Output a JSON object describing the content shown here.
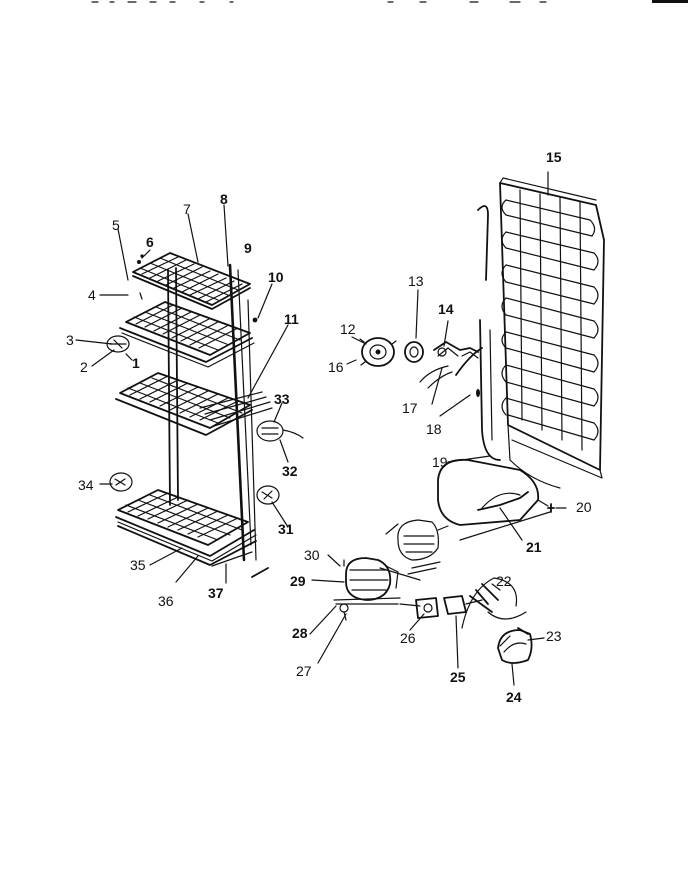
{
  "diagram": {
    "part_labels": [
      "1",
      "2",
      "3",
      "4",
      "5",
      "6",
      "7",
      "8",
      "9",
      "10",
      "11",
      "12",
      "13",
      "14",
      "15",
      "16",
      "17",
      "18",
      "19",
      "20",
      "21",
      "22",
      "23",
      "24",
      "25",
      "26",
      "27",
      "28",
      "29",
      "30",
      "31",
      "32",
      "33",
      "34",
      "35",
      "36",
      "37"
    ]
  }
}
